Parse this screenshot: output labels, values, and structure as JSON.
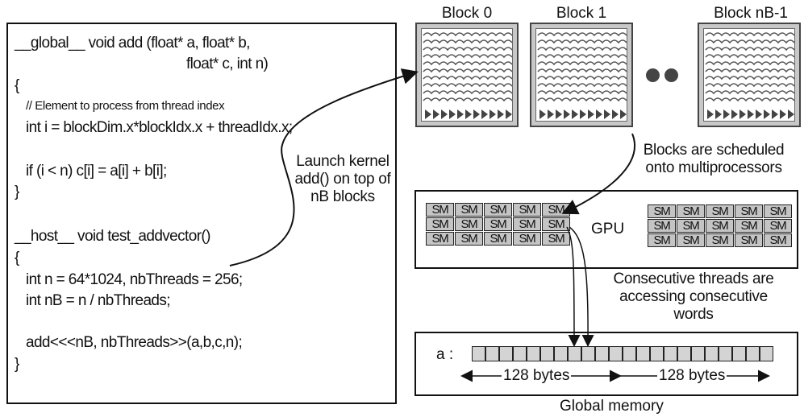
{
  "code": {
    "lines": [
      "__global__ void add (float* a, float* b,",
      "float* c, int n)",
      "{",
      "// Element to process from thread index",
      "int i = blockDim.x*blockIdx.x + threadIdx.x;",
      "if (i < n)   c[i] = a[i] + b[i];",
      "}",
      "__host__ void test_addvector()",
      "{",
      "int n = 64*1024, nbThreads = 256;",
      "int nB = n / nbThreads;",
      "add<<<nB, nbThreads>>(a,b,c,n);",
      "}"
    ]
  },
  "launch_note": [
    "Launch kernel",
    "add() on top of",
    "nB blocks"
  ],
  "blocks": [
    {
      "label": "Block 0"
    },
    {
      "label": "Block 1"
    },
    {
      "label": "Block nB-1"
    }
  ],
  "schedule_note": [
    "Blocks are scheduled",
    "onto multiprocessors"
  ],
  "gpu": {
    "label": "GPU",
    "sm_label": "SM"
  },
  "access_note": [
    "Consecutive threads are",
    "accessing consecutive",
    "words"
  ],
  "memory": {
    "array_label": "a :",
    "segment_label_1": "128 bytes",
    "segment_label_2": "128 bytes",
    "caption": "Global memory"
  }
}
